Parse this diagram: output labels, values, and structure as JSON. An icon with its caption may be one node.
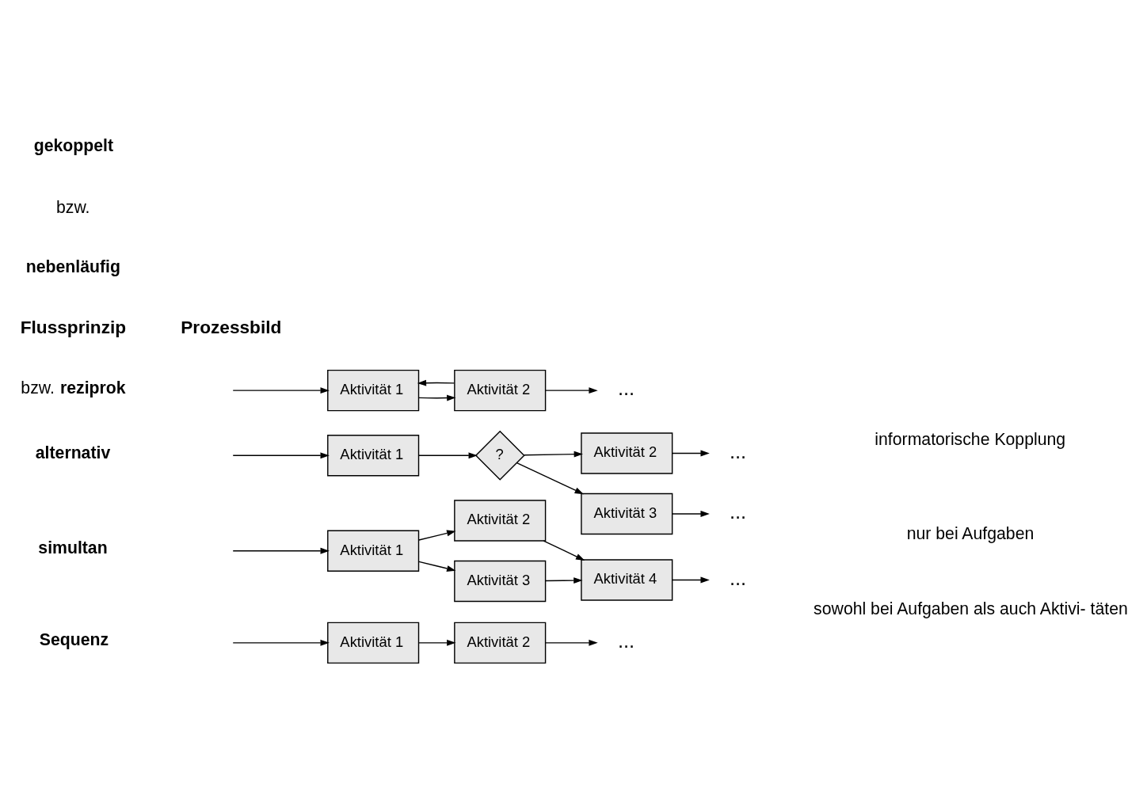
{
  "diagram": {
    "nodes": [
      {
        "text": [
          "Aktivität 1"
        ]
      },
      {
        "text": [
          "Aktivität 2"
        ]
      },
      {
        "text": [
          "..."
        ]
      },
      {
        "text": [
          "Aktivität 1"
        ]
      },
      {
        "text": [
          "Aktivität 2"
        ]
      },
      {
        "text": [
          "Aktivität 3"
        ]
      },
      {
        "text": [
          "Aktivität 4"
        ]
      },
      {
        "text": [
          "..."
        ]
      },
      {
        "text": [
          "Aktivität 1"
        ]
      },
      {
        "text": [
          "?"
        ]
      },
      {
        "text": [
          "Aktivität 2"
        ]
      },
      {
        "text": [
          "Aktivität 3"
        ]
      },
      {
        "text": [
          "..."
        ]
      },
      {
        "text": [
          "..."
        ]
      },
      {
        "text": [
          "Aktivität 1"
        ]
      },
      {
        "text": [
          "Aktivität 2"
        ]
      },
      {
        "text": [
          "..."
        ]
      }
    ],
    "edges": [
      {
        "from": null,
        "to": 0,
        "arrow": "to"
      },
      {
        "from": 0,
        "to": 1,
        "arrow": "to"
      },
      {
        "from": 1,
        "to": 2,
        "arrow": "to"
      },
      {
        "from": null,
        "to": 3,
        "arrow": "to"
      },
      {
        "from": 3,
        "to": 4,
        "arrow": "to"
      },
      {
        "from": 3,
        "to": 5,
        "arrow": "to"
      },
      {
        "from": 4,
        "to": 6,
        "arrow": "to"
      },
      {
        "from": 5,
        "to": 6,
        "arrow": "to"
      },
      {
        "from": 6,
        "to": 7,
        "arrow": "to"
      },
      {
        "from": null,
        "to": 8,
        "arrow": "to"
      },
      {
        "from": 8,
        "to": 9,
        "arrow": "to"
      },
      {
        "from": 9,
        "to": 10,
        "arrow": "to"
      },
      {
        "from": 9,
        "to": 11,
        "arrow": "to"
      },
      {
        "from": 10,
        "to": 12,
        "arrow": "to"
      },
      {
        "from": 11,
        "to": 13,
        "arrow": "to"
      },
      {
        "from": null,
        "to": 14,
        "arrow": "to"
      },
      {
        "from": 14,
        "to": 15,
        "arrow": "to"
      },
      {
        "from": 15,
        "to": 14,
        "arrow": "to"
      },
      {
        "from": 15,
        "to": 16,
        "arrow": "to"
      }
    ],
    "labels": [
      "Flussprinzip",
      "Prozessbild",
      "Sequenz",
      "nebenläufig",
      "bzw.",
      "simultan",
      "alternativ",
      "gekoppelt",
      "bzw. **reziprok**",
      "sowohl bei Aufgaben als auch Aktivi- täten",
      "nur bei Aufgaben",
      "informatorische Kopplung"
    ]
  }
}
